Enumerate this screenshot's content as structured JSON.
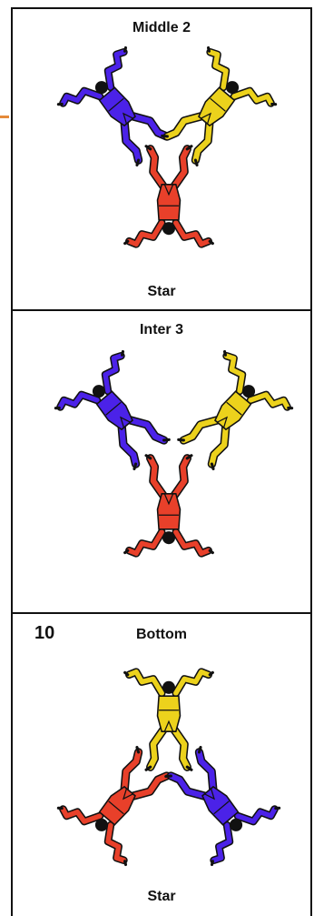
{
  "panels": [
    {
      "title": "Middle 2",
      "label": "Star"
    },
    {
      "title": "Inter 3",
      "label": ""
    },
    {
      "number": "10",
      "title": "Bottom",
      "label": "Star"
    }
  ],
  "colors": {
    "blue": "#4b22e8",
    "yellow": "#ecd21c",
    "red": "#e8402a",
    "outline": "#111111",
    "accent_tick": "#e58a3a"
  },
  "icons": [
    "skydiver-figure-blue",
    "skydiver-figure-yellow",
    "skydiver-figure-red"
  ]
}
